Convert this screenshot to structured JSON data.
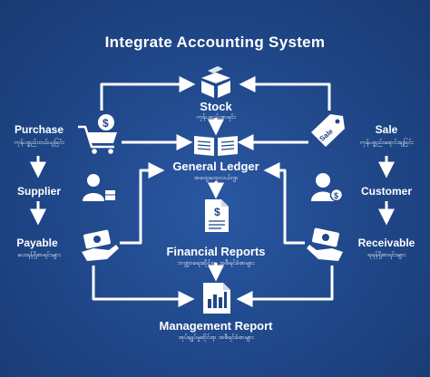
{
  "title": "Integrate Accounting System",
  "nodes": {
    "stock": {
      "label": "Stock",
      "sub": "ကုန်ပစ္စည်းစာရင်း"
    },
    "general_ledger": {
      "label": "General Ledger",
      "sub": "အထွေထွေလယ်ဂျာ"
    },
    "financial_reports": {
      "label": "Financial Reports",
      "sub": "ဘဏ္ဍာရေးဆိုင်ရာ အစီရင်ခံစာများ"
    },
    "management_report": {
      "label": "Management Report",
      "sub": "အုပ်ချုပ်မှုဆိုင်ရာ အစီရင်ခံစာများ"
    },
    "purchase": {
      "label": "Purchase",
      "sub": "ကုန်ပစ္စည်းဝယ်ယူခြင်း"
    },
    "supplier": {
      "label": "Supplier"
    },
    "payable": {
      "label": "Payable",
      "sub": "ပေးရန်ရှိစာရင်းများ"
    },
    "sale": {
      "label": "Sale",
      "sub": "ကုန်ပစ္စည်းရောင်းချခြင်း"
    },
    "customer": {
      "label": "Customer"
    },
    "receivable": {
      "label": "Receivable",
      "sub": "ရရန်ရှိစာရင်းများ"
    }
  },
  "icons": [
    "box-icon",
    "ledger-icon",
    "document-icon",
    "report-icon",
    "cart-icon",
    "supplier-person-icon",
    "payment-hand-icon",
    "sale-tag-icon",
    "customer-person-icon",
    "receipt-hand-icon"
  ],
  "icon_texts": {
    "sale_tag": "Sale"
  },
  "colors": {
    "background": "#1f4687",
    "foreground": "#ffffff"
  }
}
